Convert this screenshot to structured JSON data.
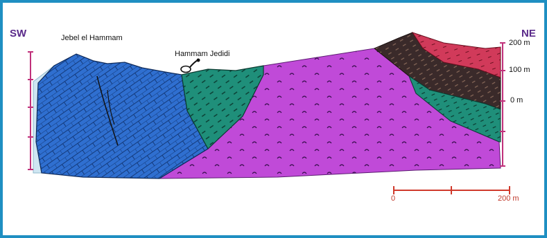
{
  "directions": {
    "left": "SW",
    "right": "NE"
  },
  "places": {
    "mountain": "Jebel el Hammam",
    "spring": "Hammam Jedidi"
  },
  "elevation_ticks": [
    "200 m",
    "100 m",
    "0 m"
  ],
  "scale_bar": {
    "start": "0",
    "end": "200 m"
  },
  "colors": {
    "frame": "#1f8fc2",
    "limestone_blue": "#2f6fd0",
    "teal_unit": "#1f8f7a",
    "purple_unit": "#c04ad8",
    "dark_brown_unit": "#3a2a2a",
    "red_unit": "#d13a5a",
    "pale_blue": "#cfe6f2",
    "axis_magenta": "#c0307a",
    "scale_red": "#d0392b"
  }
}
